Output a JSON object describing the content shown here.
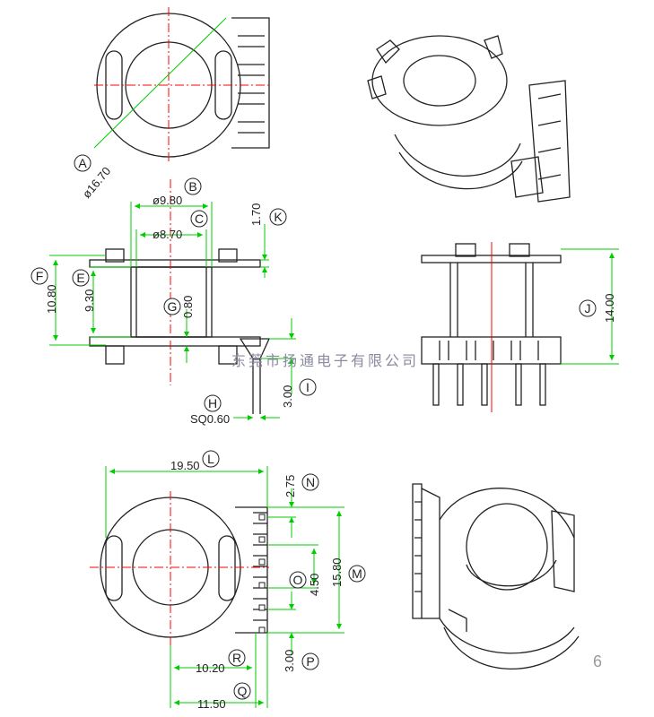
{
  "dims": {
    "A": "ø16.70",
    "B": "ø9.80",
    "C": "ø8.70",
    "K": "1.70",
    "F": "10.80",
    "E": "9.30",
    "G": "0.80",
    "I": "3.00",
    "H": "SQ0.60",
    "J": "14.00",
    "L": "19.50",
    "N": "2.75",
    "M": "15.80",
    "O": "4.50",
    "P": "3.00",
    "R": "10.20",
    "Q": "11.50"
  },
  "labels": [
    "A",
    "B",
    "C",
    "K",
    "F",
    "E",
    "G",
    "I",
    "H",
    "J",
    "L",
    "N",
    "M",
    "O",
    "P",
    "R",
    "Q"
  ],
  "watermark": "东莞市扬通电子有限公司",
  "page_number": "6",
  "colors": {
    "dimension_line": "#00cc00",
    "center_line": "#ff0000",
    "outline": "#222222"
  }
}
